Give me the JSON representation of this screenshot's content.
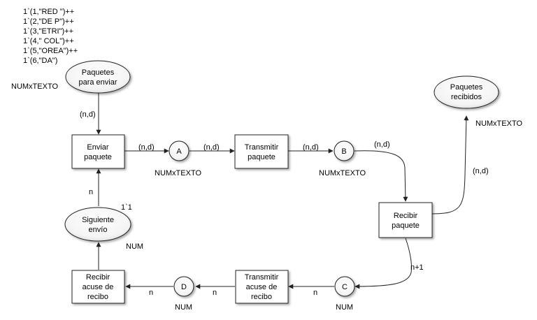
{
  "initial_marking": [
    "1`(1,\"RED \")++",
    "1`(2,\"DE P\")++",
    "1`(3,\"ETRI\")++",
    "1`(4,\" COL\")++",
    "1`(5,\"OREA\")++",
    "1`(6,\"DA\")"
  ],
  "places": {
    "paquetes_para_enviar": {
      "lines": [
        "Paquetes",
        "para enviar"
      ],
      "type": "NUMxTEXTO"
    },
    "paquetes_recibidos": {
      "lines": [
        "Paquetes",
        "recibidos"
      ],
      "type": "NUMxTEXTO"
    },
    "siguiente_envio": {
      "lines": [
        "Siguiente",
        "envío"
      ],
      "type": "NUM",
      "marking": "1`1"
    },
    "a": {
      "label": "A",
      "type": "NUMxTEXTO"
    },
    "b": {
      "label": "B",
      "type": "NUMxTEXTO"
    },
    "c": {
      "label": "C",
      "type": "NUM"
    },
    "d": {
      "label": "D",
      "type": "NUM"
    }
  },
  "transitions": {
    "enviar_paquete": [
      "Enviar",
      "paquete"
    ],
    "transmitir_paquete": [
      "Transmitir",
      "paquete"
    ],
    "recibir_paquete": [
      "Recibir",
      "paquete"
    ],
    "transmitir_acuse": [
      "Transmitir",
      "acuse de",
      "recibo"
    ],
    "recibir_acuse": [
      "Recibir",
      "acuse de",
      "recibo"
    ]
  },
  "arcs": {
    "ppe_to_enviar": "(n,d)",
    "enviar_to_a": "(n,d)",
    "a_to_transmitir": "(n,d)",
    "transmitir_to_b": "(n,d)",
    "b_to_recibir": "(n,d)",
    "recibir_to_recibidos": "(n,d)",
    "siguiente_to_enviar": "n",
    "recibir_to_c": "n+1",
    "c_to_transmitir_acuse": "n",
    "transmitir_acuse_to_d": "n",
    "d_to_recibir_acuse": "n"
  }
}
